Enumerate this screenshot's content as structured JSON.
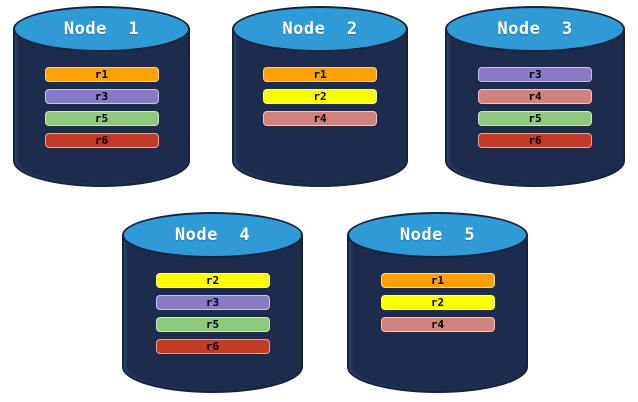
{
  "diagram": {
    "nodes": [
      {
        "label": "Node  1",
        "replicas": [
          "r1",
          "r3",
          "r5",
          "r6"
        ]
      },
      {
        "label": "Node  2",
        "replicas": [
          "r1",
          "r2",
          "r4"
        ]
      },
      {
        "label": "Node  3",
        "replicas": [
          "r3",
          "r4",
          "r5",
          "r6"
        ]
      },
      {
        "label": "Node  4",
        "replicas": [
          "r2",
          "r3",
          "r5",
          "r6"
        ]
      },
      {
        "label": "Node  5",
        "replicas": [
          "r1",
          "r2",
          "r4"
        ]
      }
    ],
    "colors": {
      "background": "#ffffff",
      "cylinder_body": "#1d2b4d",
      "cylinder_outline": "#15223e",
      "cylinder_top": "#2f9bd6",
      "title_text": "#ffffff",
      "bar_text": "#000000",
      "replicas": {
        "r1": "#ffa103",
        "r2": "#ffff00",
        "r3": "#8a79c6",
        "r4": "#d2827a",
        "r5": "#8fc97e",
        "r6": "#c33b24"
      }
    }
  }
}
